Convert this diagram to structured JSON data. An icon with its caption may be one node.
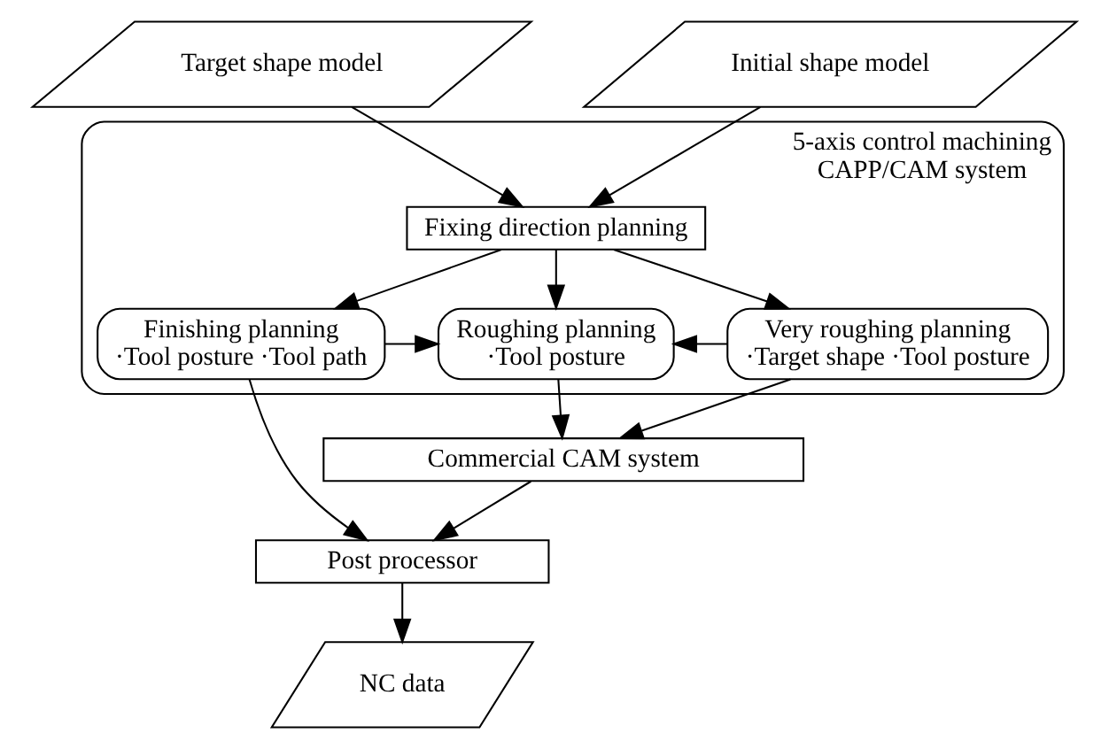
{
  "diagram": {
    "nodes": [
      {
        "text": [
          "Target shape model"
        ]
      },
      {
        "text": [
          "Initial shape model"
        ]
      },
      {
        "text": [
          "5-axis control machining CAPP/CAM system"
        ]
      },
      {
        "text": [
          "Fixing direction planning"
        ],
        "in": 2
      },
      {
        "text": [
          "Finishing planning",
          "·Tool posture ·Tool path"
        ],
        "in": 2
      },
      {
        "text": [
          "Roughing planning",
          "·Tool posture"
        ],
        "in": 2
      },
      {
        "text": [
          "Very roughing planning",
          "·Target shape ·Tool posture"
        ],
        "in": 2
      },
      {
        "text": [
          "Commercial CAM system"
        ]
      },
      {
        "text": [
          "Post processor"
        ]
      },
      {
        "text": [
          "NC data"
        ]
      }
    ],
    "edges": [
      {
        "from": 0,
        "to": 3,
        "arrow": "to"
      },
      {
        "from": 1,
        "to": 3,
        "arrow": "to"
      },
      {
        "from": 3,
        "to": 4,
        "arrow": "to"
      },
      {
        "from": 3,
        "to": 5,
        "arrow": "to"
      },
      {
        "from": 3,
        "to": 6,
        "arrow": "to"
      },
      {
        "from": 4,
        "to": 5,
        "arrow": "to"
      },
      {
        "from": 6,
        "to": 5,
        "arrow": "to"
      },
      {
        "from": 5,
        "to": 7,
        "arrow": "to"
      },
      {
        "from": 6,
        "to": 7,
        "arrow": "to"
      },
      {
        "from": 4,
        "to": 8,
        "arrow": "to"
      },
      {
        "from": 7,
        "to": 8,
        "arrow": "to"
      },
      {
        "from": 8,
        "to": 9,
        "arrow": "to"
      }
    ]
  }
}
